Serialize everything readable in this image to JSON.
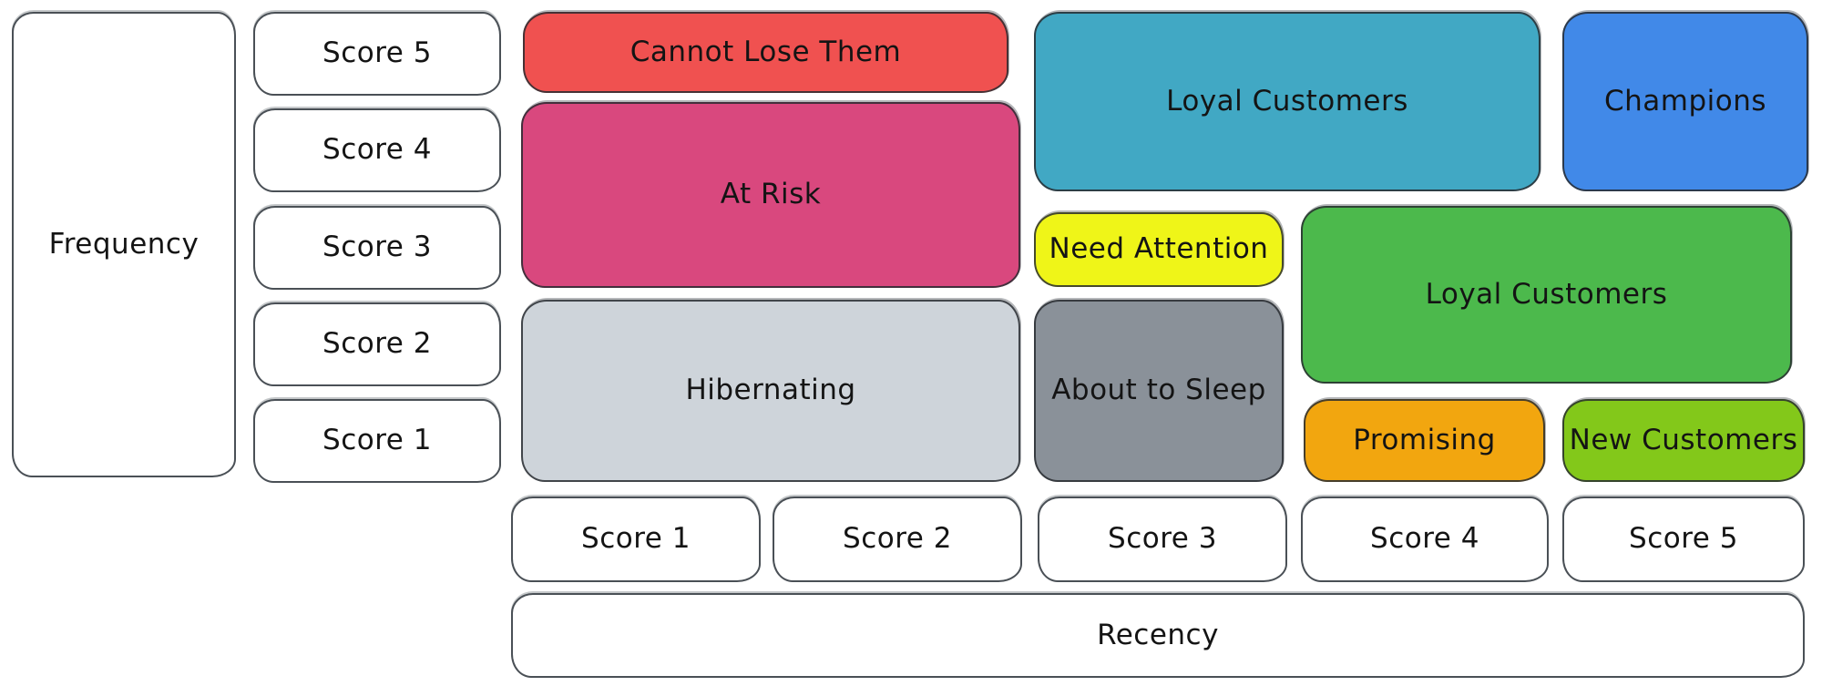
{
  "axes": {
    "frequency_label": "Frequency",
    "recency_label": "Recency",
    "frequency_scores": [
      "Score 5",
      "Score 4",
      "Score 3",
      "Score 2",
      "Score 1"
    ],
    "recency_scores": [
      "Score 1",
      "Score 2",
      "Score 3",
      "Score 4",
      "Score 5"
    ]
  },
  "segments": [
    {
      "name": "Cannot Lose Them",
      "color": "#f05150"
    },
    {
      "name": "At Risk",
      "color": "#d9487e"
    },
    {
      "name": "Hibernating",
      "color": "#ced4da"
    },
    {
      "name": "Loyal Customers",
      "color": "#41a8c4"
    },
    {
      "name": "Champions",
      "color": "#4189e8"
    },
    {
      "name": "Need Attention",
      "color": "#eff518"
    },
    {
      "name": "About to Sleep",
      "color": "#8a9199"
    },
    {
      "name": "Loyal Customers",
      "color": "#4cb94c"
    },
    {
      "name": "Promising",
      "color": "#f2a60f"
    },
    {
      "name": "New Customers",
      "color": "#83c81a"
    }
  ]
}
